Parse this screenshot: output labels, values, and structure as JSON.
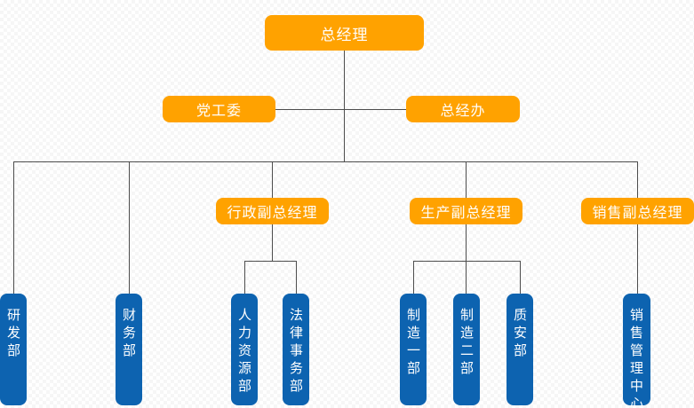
{
  "diagram": {
    "type": "org-chart",
    "root": "总经理",
    "staff_left": "党工委",
    "staff_right": "总经办",
    "managers": [
      "行政副总经理",
      "生产副总经理",
      "销售副总经理"
    ],
    "departments": [
      "研发部",
      "财务部",
      "人力资源部",
      "法律事务部",
      "制造一部",
      "制造二部",
      "质安部",
      "销售管理中心"
    ],
    "hierarchy": {
      "root": "总经理",
      "staff_of_root": [
        "党工委",
        "总经办"
      ],
      "direct_departments_of_root": [
        "研发部",
        "财务部"
      ],
      "children_of_行政副总经理": [
        "人力资源部",
        "法律事务部"
      ],
      "children_of_生产副总经理": [
        "制造一部",
        "制造二部",
        "质安部"
      ],
      "children_of_销售副总经理": [
        "销售管理中心"
      ]
    },
    "colors": {
      "manager_node": "#ffa200",
      "department_node": "#0d63b0",
      "connector": "#4d4d4d",
      "label_text": "#ffffff",
      "background_checker": "#f6f6f6"
    }
  }
}
